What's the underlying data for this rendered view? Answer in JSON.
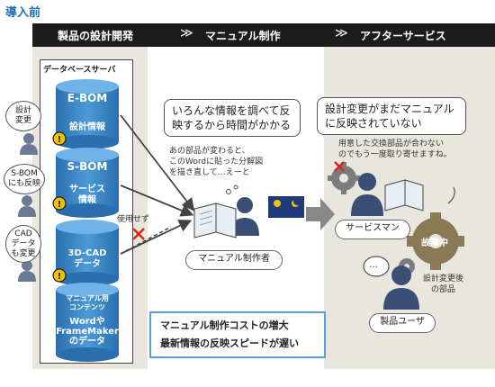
{
  "title": "導入前",
  "header": {
    "steps": [
      "製品の設計開発",
      "マニュアル制作",
      "アフターサービス"
    ]
  },
  "database": {
    "title": "データベースサーバ",
    "items": [
      {
        "title": "E-BOM",
        "sub": "設計情報"
      },
      {
        "title": "S-BOM",
        "sub": "サービス\n情報"
      },
      {
        "title": "",
        "sub": "3D-CAD\nデータ"
      },
      {
        "title": "マニュアル用\nコンテンツ",
        "sub": "Wordや\nFrameMaker\nのデータ"
      }
    ]
  },
  "left_callouts": [
    "設計\n変更",
    "S-BOM\nにも反映",
    "CAD\nデータ\nも変更"
  ],
  "unused_label": "使用せず",
  "middle": {
    "bubble": "いろんな情報を調べて反\n映するから時間がかかる",
    "thought": "あの部品が変わると、\nこのWordに貼った分解図\nを描き直して…えーと",
    "role": "マニュアル制作者"
  },
  "right": {
    "bubble": "設計変更がまだマニュアル\nに反映されていない",
    "note": "用意した交換部品が合わない\nのでもう一度取り寄せますね。",
    "service_role": "サービスマン",
    "broken_label": "故障中",
    "changed_parts": "設計変更後\nの部品",
    "user_role": "製品ユーザ",
    "user_dots": "…"
  },
  "summary": [
    "マニュアル制作コストの増大",
    "最新情報の反映スピードが遅い"
  ],
  "colors": {
    "accent_blue": "#1a6fb5",
    "header_bg": "#1c1c1c",
    "cylinder_blue": "#3a86c8",
    "warn_yellow": "#f2c200",
    "x_red": "#d9261c",
    "panel_bg": "#e9e6dd"
  }
}
